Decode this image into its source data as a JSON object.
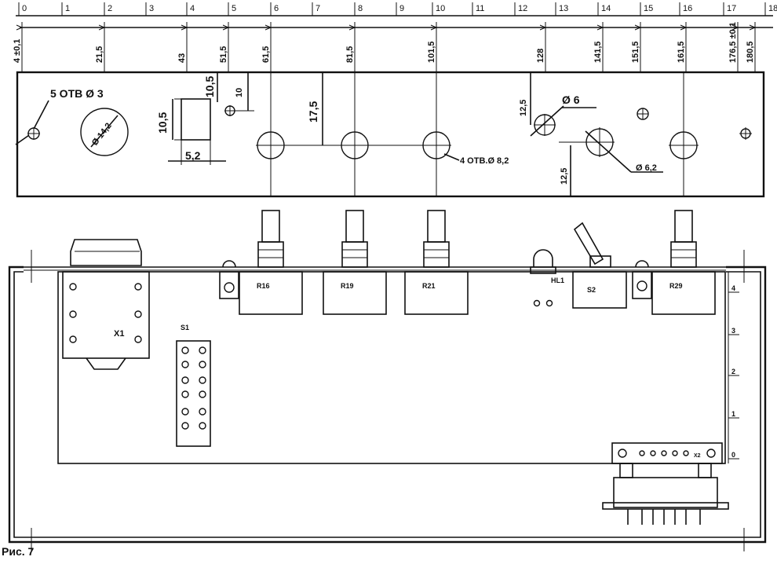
{
  "caption": "Рис. 7",
  "scale_numbers": [
    "0",
    "1",
    "2",
    "3",
    "4",
    "5",
    "6",
    "7",
    "8",
    "9",
    "10",
    "11",
    "12",
    "13",
    "14",
    "15",
    "16",
    "17",
    "18"
  ],
  "dimension_values": [
    "4 ±0,1",
    "21,5",
    "43",
    "51,5",
    "61,5",
    "81,5",
    "101,5",
    "128",
    "141,5",
    "151,5",
    "161,5",
    "176,5 ±0,1",
    "180,5"
  ],
  "panel_notes": {
    "holes5": "5 ОТВ Ø 3",
    "holes4": "4 ОТВ.Ø 8,2",
    "d6": "Ø 6",
    "d62": "Ø 6,2",
    "d14": "Ø 14,2",
    "w52": "5,2",
    "h105": "10,5",
    "h105b": "10,5",
    "h10": "10",
    "h175": "17,5",
    "h125a": "12,5",
    "h125b": "12,5"
  },
  "components": {
    "x1": "X1",
    "s1": "S1",
    "r16": "R16",
    "r19": "R19",
    "r21": "R21",
    "hl1": "HL1",
    "s2": "S2",
    "r29": "R29",
    "x2": "X2"
  },
  "side_scale": [
    "4",
    "3",
    "2",
    "1",
    "0"
  ]
}
